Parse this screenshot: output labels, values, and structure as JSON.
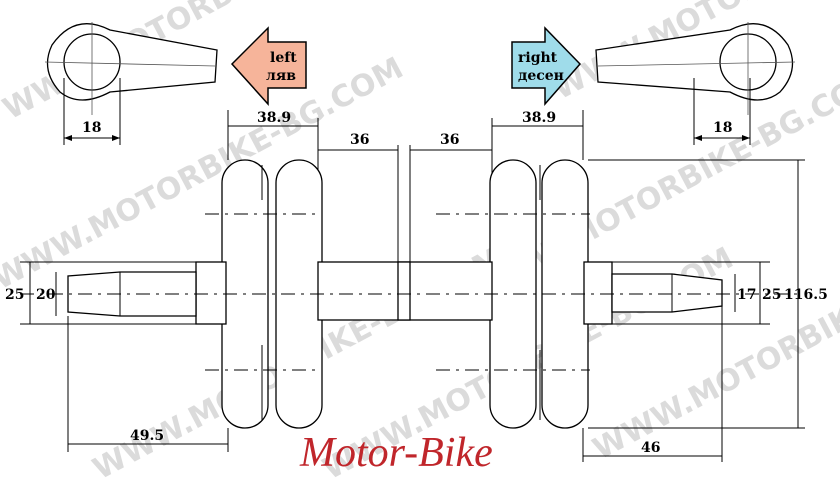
{
  "watermark": "WWW.MOTORBIKE-BG.COM",
  "brand": {
    "text": "Motor-Bike",
    "color": "#c0262b"
  },
  "left_arrow": {
    "line1": "left",
    "line2": "ляв",
    "color": "#f6b49a"
  },
  "right_arrow": {
    "line1": "right",
    "line2": "десен",
    "color": "#9fdcea"
  },
  "dimensions": {
    "left_eye": "18",
    "right_eye": "18",
    "left_web": "38.9",
    "left_half": "36",
    "right_half": "36",
    "right_web": "38.9",
    "left_shaft_outer": "25",
    "left_shaft_inner": "20",
    "right_shaft_inner": "17",
    "right_shaft_outer": "25",
    "overall_height": "116.5",
    "left_length": "49.5",
    "right_length": "46"
  }
}
